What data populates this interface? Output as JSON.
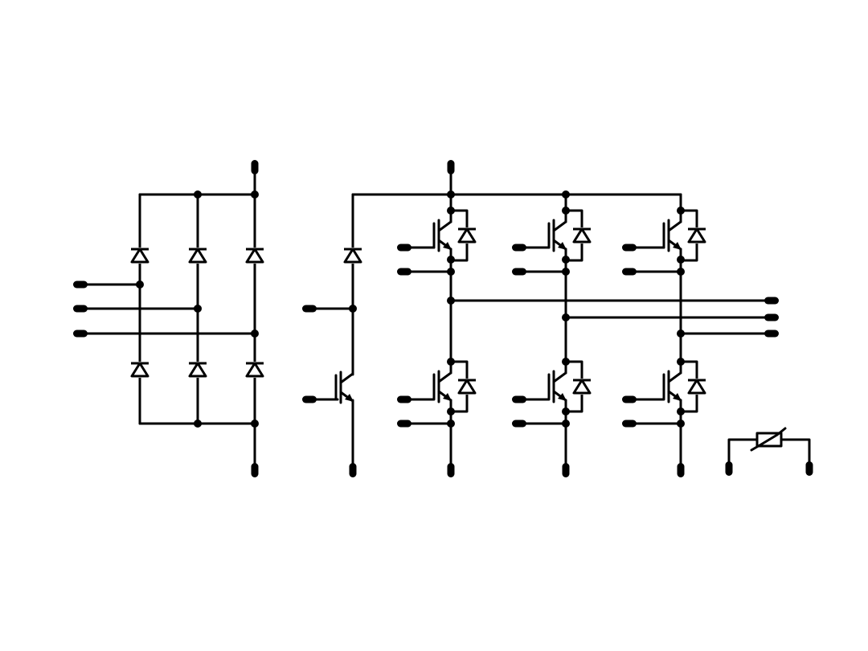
{
  "diagram": {
    "type": "circuit-schematic",
    "stroke_color": "#000000",
    "background": "#ffffff",
    "blocks": [
      {
        "name": "three-phase-rectifier-bridge",
        "diodes": 6,
        "ac_inputs": 3,
        "dc_terminals": 2
      },
      {
        "name": "brake-chopper",
        "igbts": 1,
        "diodes": 1,
        "gate_terminals": 1,
        "output_terminals": 1
      },
      {
        "name": "three-phase-igbt-inverter",
        "igbts": 6,
        "freewheel_diodes": 6,
        "gate_terminals": 12,
        "phase_outputs": 3
      },
      {
        "name": "ntc-thermistor",
        "terminals": 2
      }
    ]
  }
}
